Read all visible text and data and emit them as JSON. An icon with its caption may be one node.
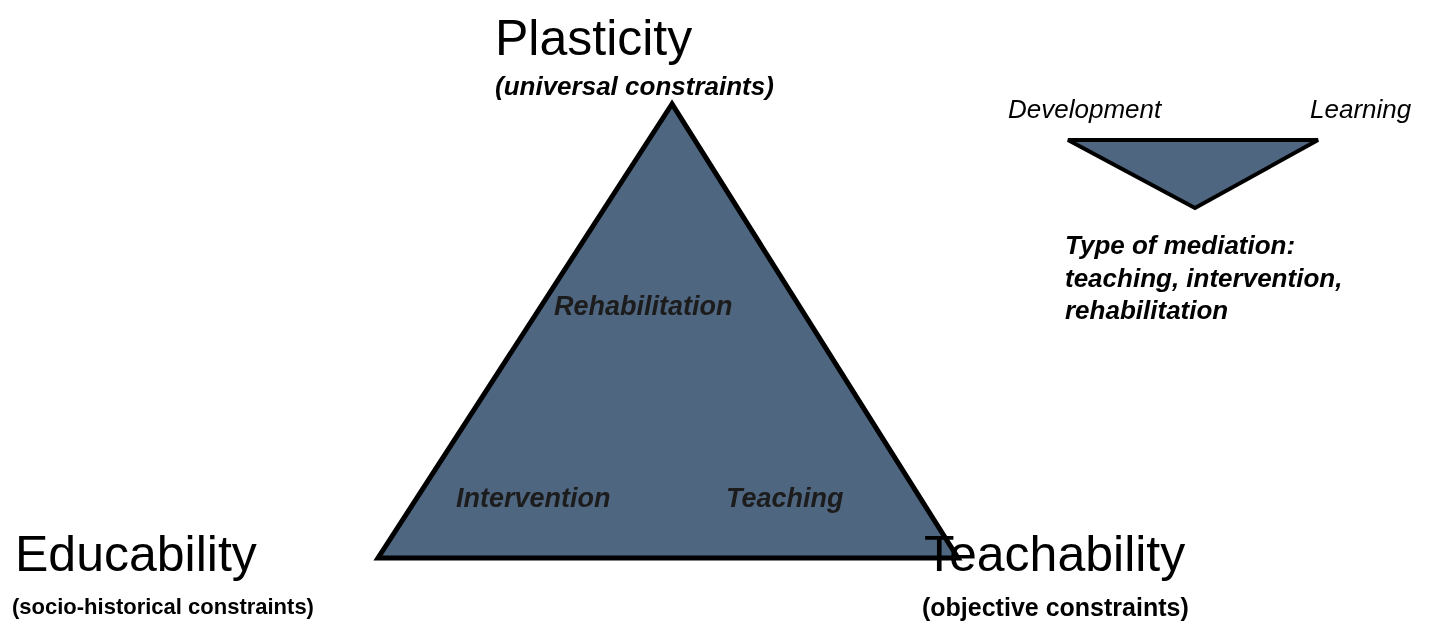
{
  "diagram": {
    "nodes": [
      {
        "text": [
          "Rehabilitation",
          "Intervention",
          "Teaching"
        ],
        "beside": [
          "Plasticity",
          "(universal constraints)",
          "Educability",
          "(socio-historical constraints)",
          "Teachability",
          "(objective constraints)"
        ]
      },
      {
        "text": [],
        "shape": "triangle",
        "beside": [
          "Development",
          "Learning",
          "Type of mediation: teaching, intervention, rehabilitation"
        ]
      }
    ]
  }
}
